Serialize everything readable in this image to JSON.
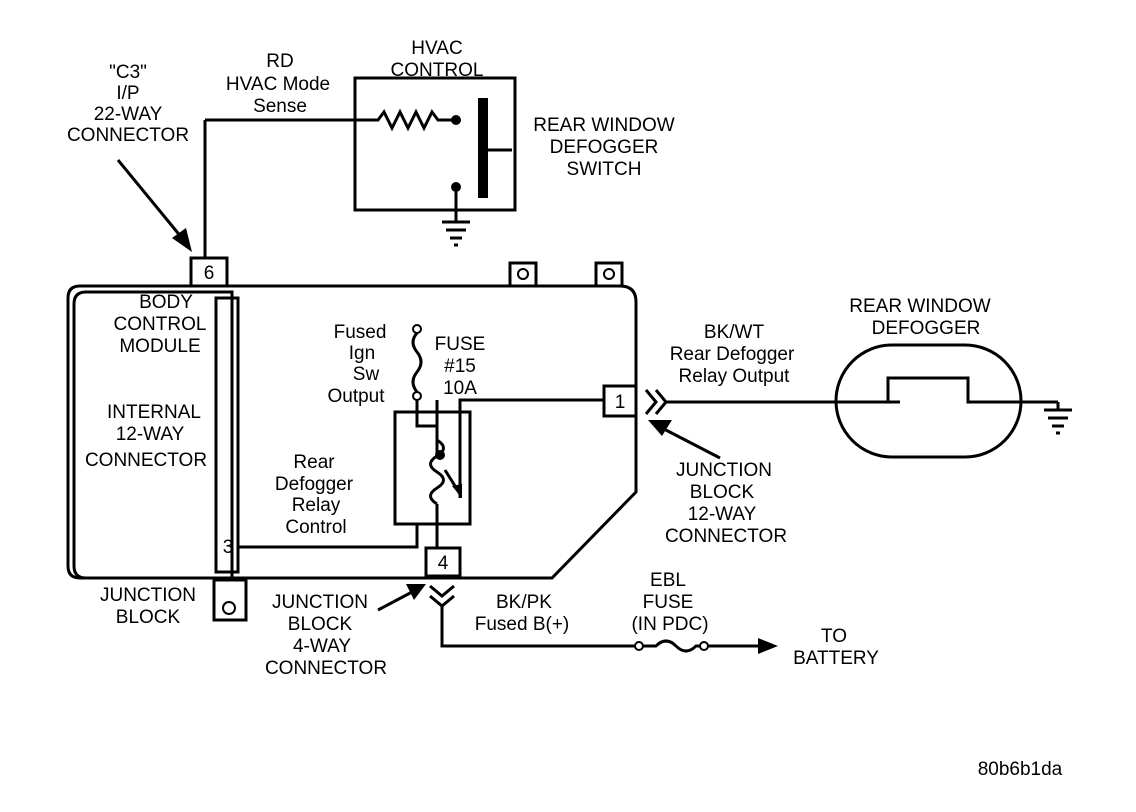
{
  "labels": {
    "c3_connector": [
      "\"C3\"",
      "I/P",
      "22-WAY",
      "CONNECTOR"
    ],
    "rd_wire": [
      "RD",
      "HVAC Mode",
      "Sense"
    ],
    "hvac_control": [
      "HVAC",
      "CONTROL"
    ],
    "defogger_switch": [
      "REAR WINDOW",
      "DEFOGGER",
      "SWITCH"
    ],
    "body_control_module": [
      "BODY",
      "CONTROL",
      "MODULE"
    ],
    "internal_connector": [
      "INTERNAL",
      "12-WAY",
      "CONNECTOR"
    ],
    "fused_ign": [
      "Fused",
      "Ign",
      "Sw",
      "Output"
    ],
    "fuse15": [
      "FUSE",
      "#15",
      "10A"
    ],
    "relay_control": [
      "Rear",
      "Defogger",
      "Relay",
      "Control"
    ],
    "bkwt_wire": [
      "BK/WT",
      "Rear Defogger",
      "Relay Output"
    ],
    "rear_window_defogger": [
      "REAR WINDOW",
      "DEFOGGER"
    ],
    "jb12_connector": [
      "JUNCTION",
      "BLOCK",
      "12-WAY",
      "CONNECTOR"
    ],
    "junction_block": [
      "JUNCTION",
      "BLOCK"
    ],
    "jb4_connector": [
      "JUNCTION",
      "BLOCK",
      "4-WAY",
      "CONNECTOR"
    ],
    "bkpk_wire": [
      "BK/PK",
      "Fused B(+)"
    ],
    "ebl_fuse": [
      "EBL",
      "FUSE",
      "(IN PDC)"
    ],
    "to_battery": [
      "TO",
      "BATTERY"
    ],
    "figure_code": "80b6b1da"
  },
  "pins": {
    "c3_pin": "6",
    "bcm_pin": "3",
    "jb12_pin": "1",
    "jb4_pin": "4"
  }
}
